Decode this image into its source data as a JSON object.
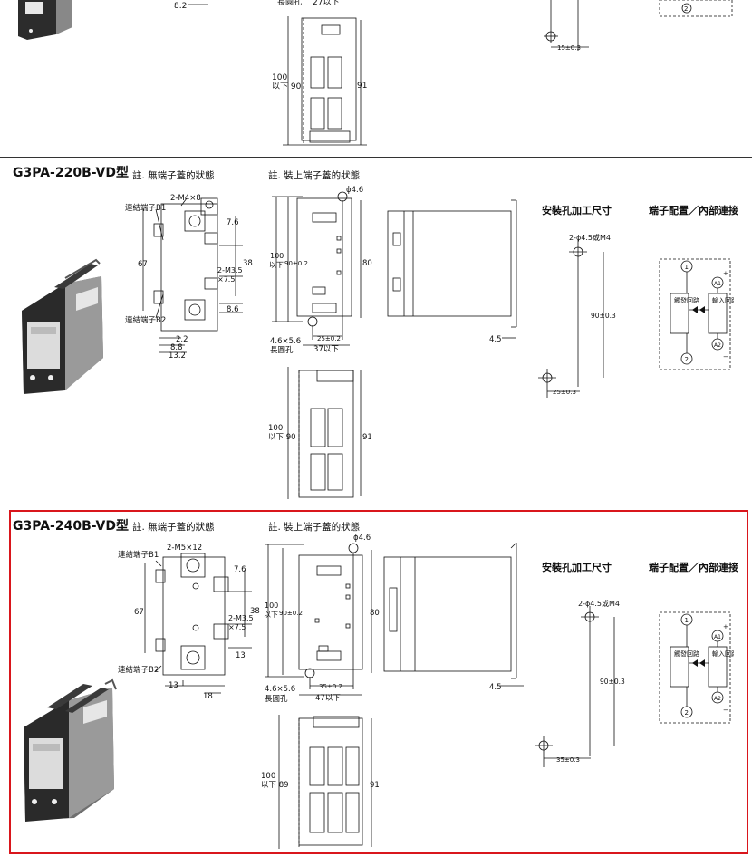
{
  "top_fragment": {
    "dim_8_2": "8.2",
    "long_hole": "長圓孔",
    "dim_27": "27以下",
    "dim_100": "100",
    "dim_90": "以下 90",
    "dim_91": "91",
    "dim_15": "15±0.3",
    "terminal_2": "2"
  },
  "sections": [
    {
      "model": "G3PA-220B-VD型",
      "note_no_cover": "註. 無端子蓋的狀態",
      "note_with_cover": "註. 裝上端子蓋的狀態",
      "mount_title": "安裝孔加工尺寸",
      "terminal_title": "端子配置／內部連接",
      "labels": {
        "b1": "連結端子B1",
        "b2": "連結端子B2",
        "m4": "2-M4×8",
        "d7_6": "7.6",
        "d38": "38",
        "m35": "2-M3.5",
        "x75": "×7.5",
        "d8_6": "8.6",
        "d67": "67",
        "d2_2": "2.2",
        "d8_8": "8.8",
        "d13_2": "13.2",
        "phi": "ϕ4.6",
        "h100": "100",
        "h_below": "以下",
        "h90": "90±0.2",
        "h80": "80",
        "slot": "4.6×5.6",
        "long_hole": "長圓孔",
        "w25": "25±0.2",
        "w37": "37以下",
        "d4_5": "4.5",
        "holes": "2-ϕ4.5或M4",
        "d90": "90±0.3",
        "d25": "25±0.3",
        "b100": "100",
        "b90": "以下 90",
        "b91": "91"
      }
    },
    {
      "model": "G3PA-240B-VD型",
      "note_no_cover": "註. 無端子蓋的狀態",
      "note_with_cover": "註. 裝上端子蓋的狀態",
      "mount_title": "安裝孔加工尺寸",
      "terminal_title": "端子配置／內部連接",
      "labels": {
        "b1": "連結端子B1",
        "b2": "連結端子B2",
        "m5": "2-M5×12",
        "d7_6": "7.6",
        "d38": "38",
        "m35": "2-M3.5",
        "x75": "×7.5",
        "d13": "13",
        "d67": "67",
        "d13b": "13",
        "d18": "18",
        "phi": "ϕ4.6",
        "h100": "100",
        "h_below": "以下",
        "h90": "90±0.2",
        "h80": "80",
        "slot": "4.6×5.6",
        "long_hole": "長圓孔",
        "w35": "35±0.2",
        "w47": "47以下",
        "d4_5": "4.5",
        "holes": "2-ϕ4.5或M4",
        "d90": "90±0.3",
        "d35": "35±0.3",
        "b100": "100",
        "b89": "以下 89",
        "b91": "91"
      }
    }
  ],
  "terminal_diagram": {
    "t1": "1",
    "t2": "2",
    "a1": "A1",
    "a2": "A2",
    "plus": "+",
    "minus": "−",
    "trigger": "觸發回路",
    "input": "輸入回路"
  }
}
